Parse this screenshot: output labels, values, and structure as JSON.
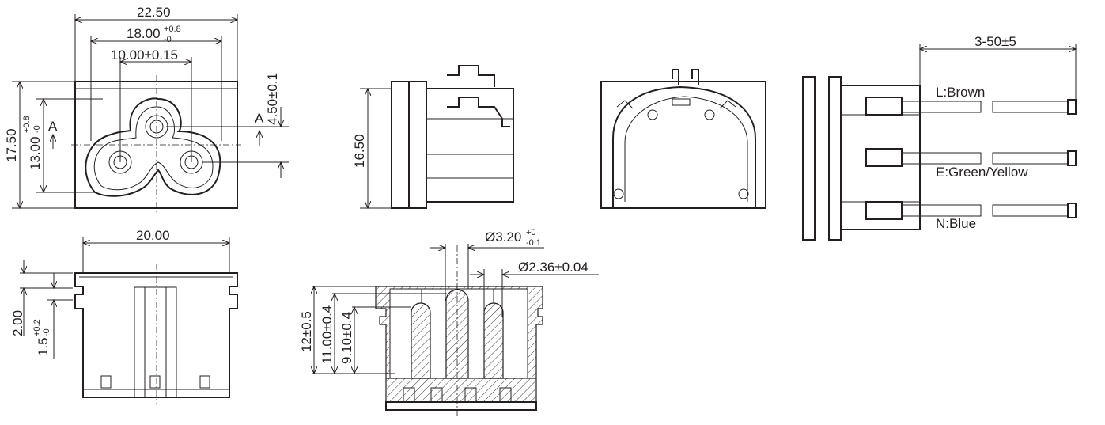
{
  "front_view": {
    "width": "22.50",
    "opening_width": "18.00",
    "opening_width_tol_plus": "+0.8",
    "opening_width_tol_minus": "-0",
    "pin_spacing": "10.00±0.15",
    "pin_offset": "4.50±0.1",
    "height": "17.50",
    "opening_height": "13.00",
    "opening_height_tol_plus": "+0.8",
    "opening_height_tol_minus": "-0",
    "section_mark_left": "A",
    "section_mark_right": "A"
  },
  "side_view": {
    "height": "16.50"
  },
  "wire_view": {
    "wire_length": "3-50±5",
    "wires": [
      {
        "label": "L:Brown"
      },
      {
        "label": "E:Green/Yellow"
      },
      {
        "label": "N:Blue"
      }
    ]
  },
  "bottom_view": {
    "width": "20.00",
    "panel_groove": "2.00",
    "groove_width": "1.5",
    "groove_tol_plus": "+0.2",
    "groove_tol_minus": "-0"
  },
  "section_view": {
    "pin_diameter": "Ø3.20",
    "pin_diameter_tol_plus": "+0",
    "pin_diameter_tol_minus": "-0.1",
    "contact_diameter": "Ø2.36±0.04",
    "depth_total": "12±0.5",
    "depth_pin": "11.00±0.4",
    "depth_contact": "9.10±0.4"
  }
}
